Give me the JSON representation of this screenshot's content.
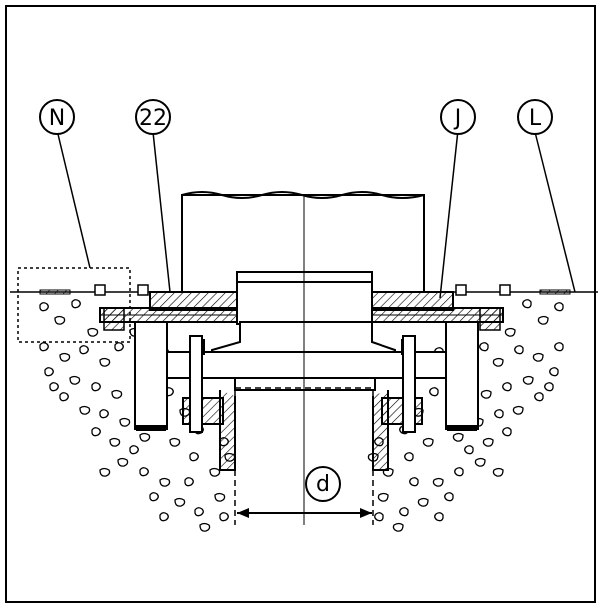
{
  "diagram": {
    "callouts": {
      "n": "N",
      "c22": "22",
      "j": "J",
      "l": "L",
      "d": "d"
    }
  }
}
